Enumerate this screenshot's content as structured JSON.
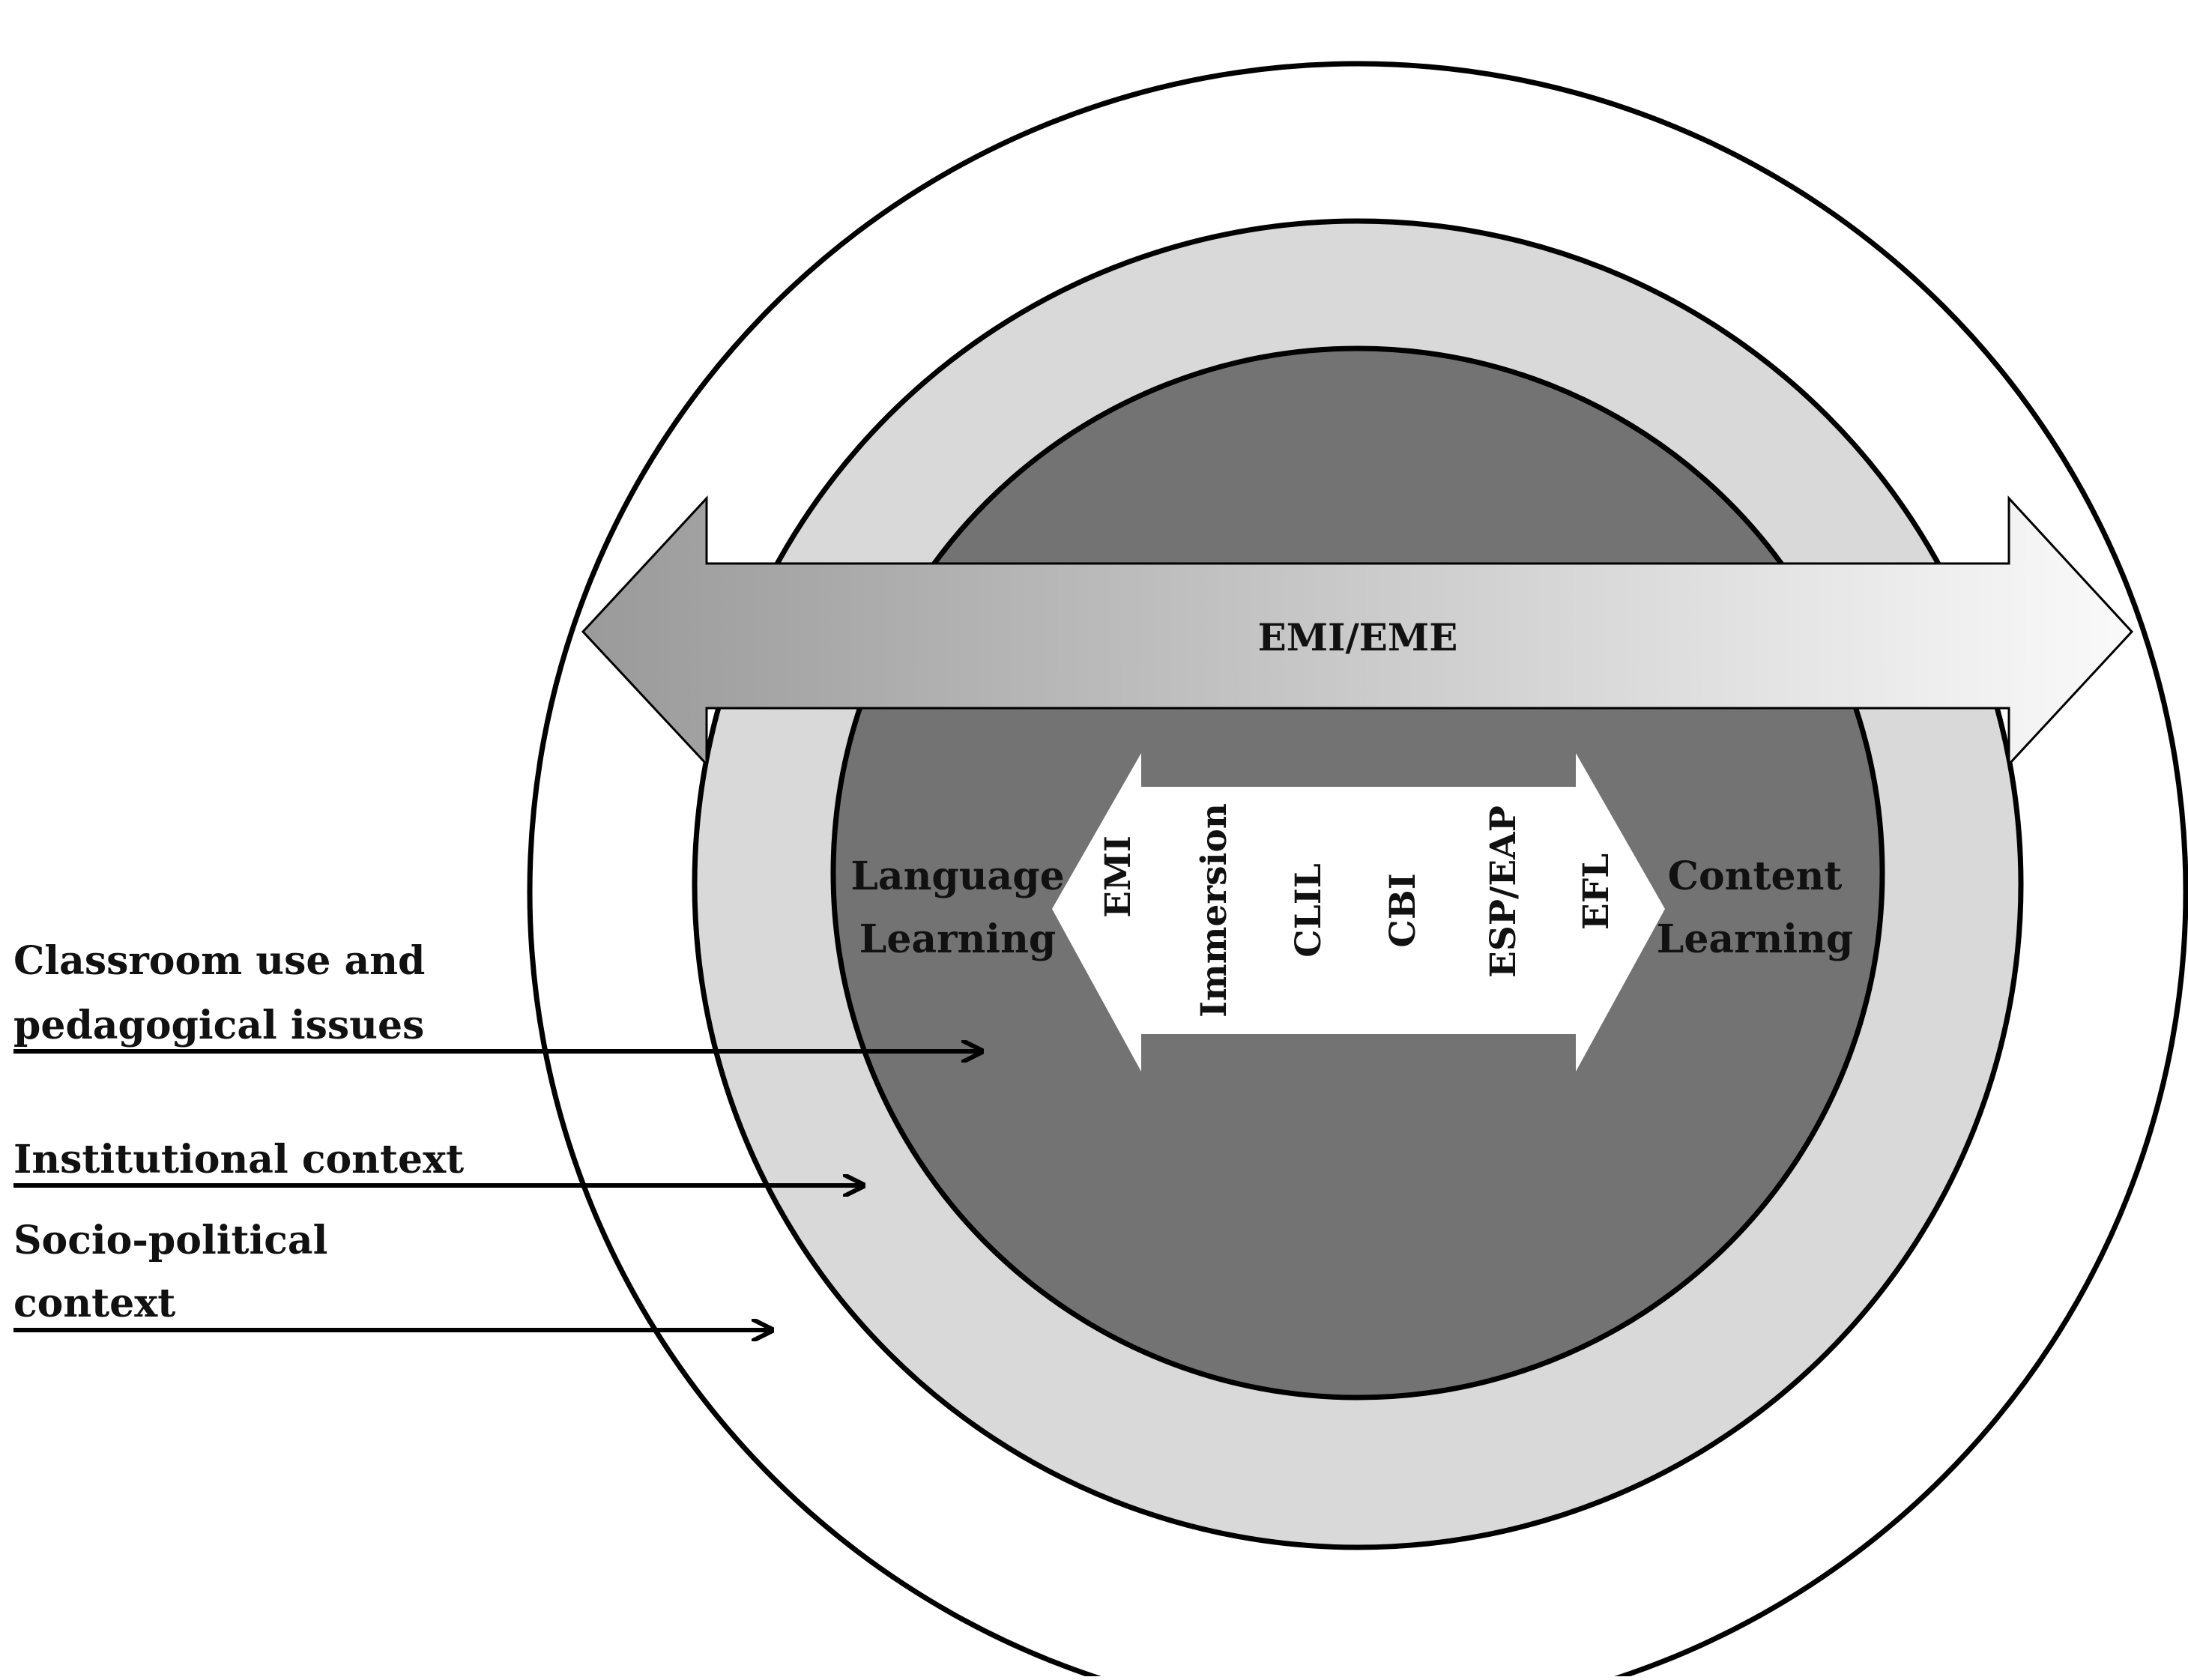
{
  "diagram": {
    "big_arrow_label": "EMI/EME",
    "left_pole": [
      "Language",
      "Learning"
    ],
    "right_pole": [
      "Content",
      "Learning"
    ],
    "continuum": [
      "EMI",
      "Immersion",
      "CLIL",
      "CBI",
      "ESP/EAP",
      "EFL"
    ],
    "callouts": [
      {
        "lines": [
          "Classroom use and",
          "pedagogical issues"
        ]
      },
      {
        "lines": [
          "Institutional context"
        ]
      },
      {
        "lines": [
          "Socio-political",
          "context"
        ]
      }
    ],
    "colors": {
      "outer_ring": "#ffffff",
      "middle_ring": "#d9d9d9",
      "inner_circle": "#737373",
      "big_arrow_start": "#9a9a9a",
      "big_arrow_end": "#fafafa",
      "inner_arrow": "#ffffff",
      "stroke": "#000000"
    }
  }
}
